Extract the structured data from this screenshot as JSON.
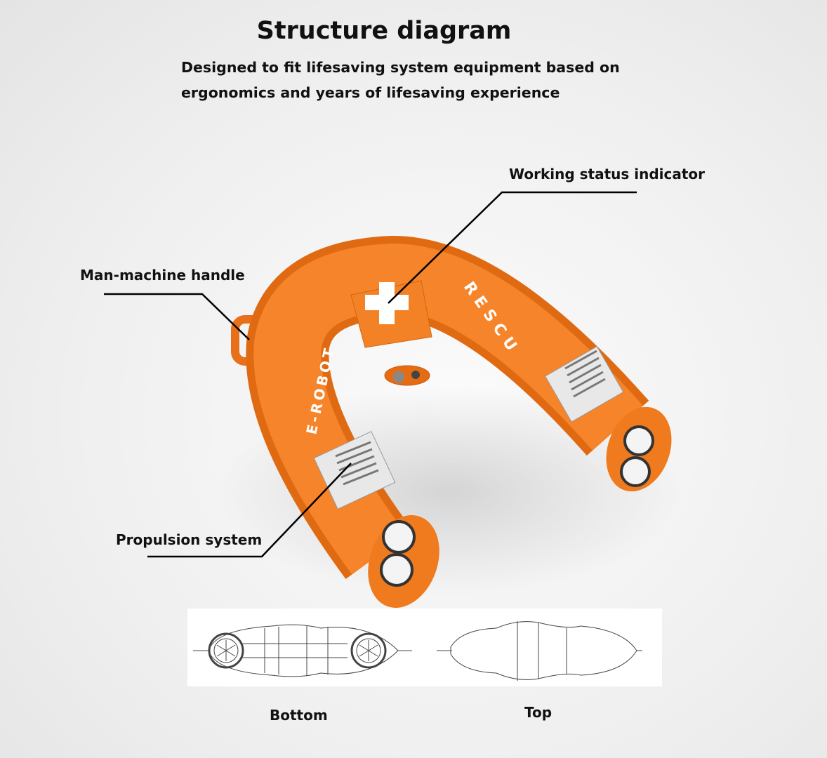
{
  "header": {
    "title": "Structure diagram",
    "subtitle_lines": [
      "Designed to fit lifesaving system equipment based on",
      "ergonomics and years of lifesaving experience"
    ]
  },
  "callouts": {
    "working_status": "Working status indicator",
    "handle": "Man-machine handle",
    "propulsion": "Propulsion system"
  },
  "product": {
    "left_arm_text": "E-ROBOT",
    "right_arm_text": "RESCU",
    "body_color": "#f07a1e"
  },
  "views": {
    "bottom": "Bottom",
    "top": "Top"
  }
}
